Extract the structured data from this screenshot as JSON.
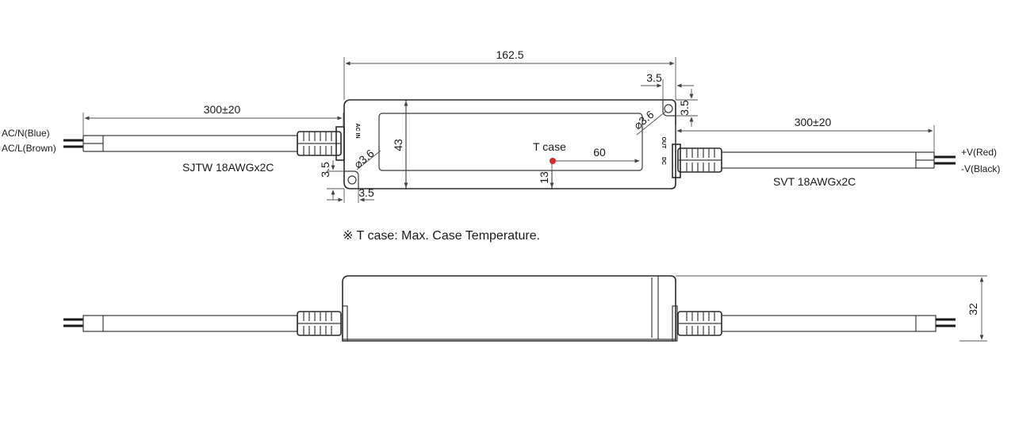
{
  "top_view": {
    "overall_length": "162.5",
    "input_lead_length": "300±20",
    "output_lead_length": "300±20",
    "corner_offset_top": "3.5",
    "corner_offset_right": "3.5",
    "corner_offset_left": "3.5",
    "corner_offset_bottom": "3.5",
    "hole_dia_right": "⌀3.6",
    "hole_dia_left": "⌀3.6",
    "body_height": "43",
    "tcase_offset_x": "60",
    "tcase_offset_y": "13",
    "tcase_label": "T case",
    "input_end_label": "AC IN",
    "output_end_label_1": "OUT",
    "output_end_label_2": "DC",
    "input_wire_1": "AC/N(Blue)",
    "input_wire_2": "AC/L(Brown)",
    "output_wire_1": "+V(Red)",
    "output_wire_2": "-V(Black)",
    "input_cable_type": "SJTW 18AWGx2C",
    "output_cable_type": "SVT 18AWGx2C",
    "tcase_color": "#d42a2a"
  },
  "footnote": "※ T case: Max. Case Temperature.",
  "side_view": {
    "height": "32"
  }
}
